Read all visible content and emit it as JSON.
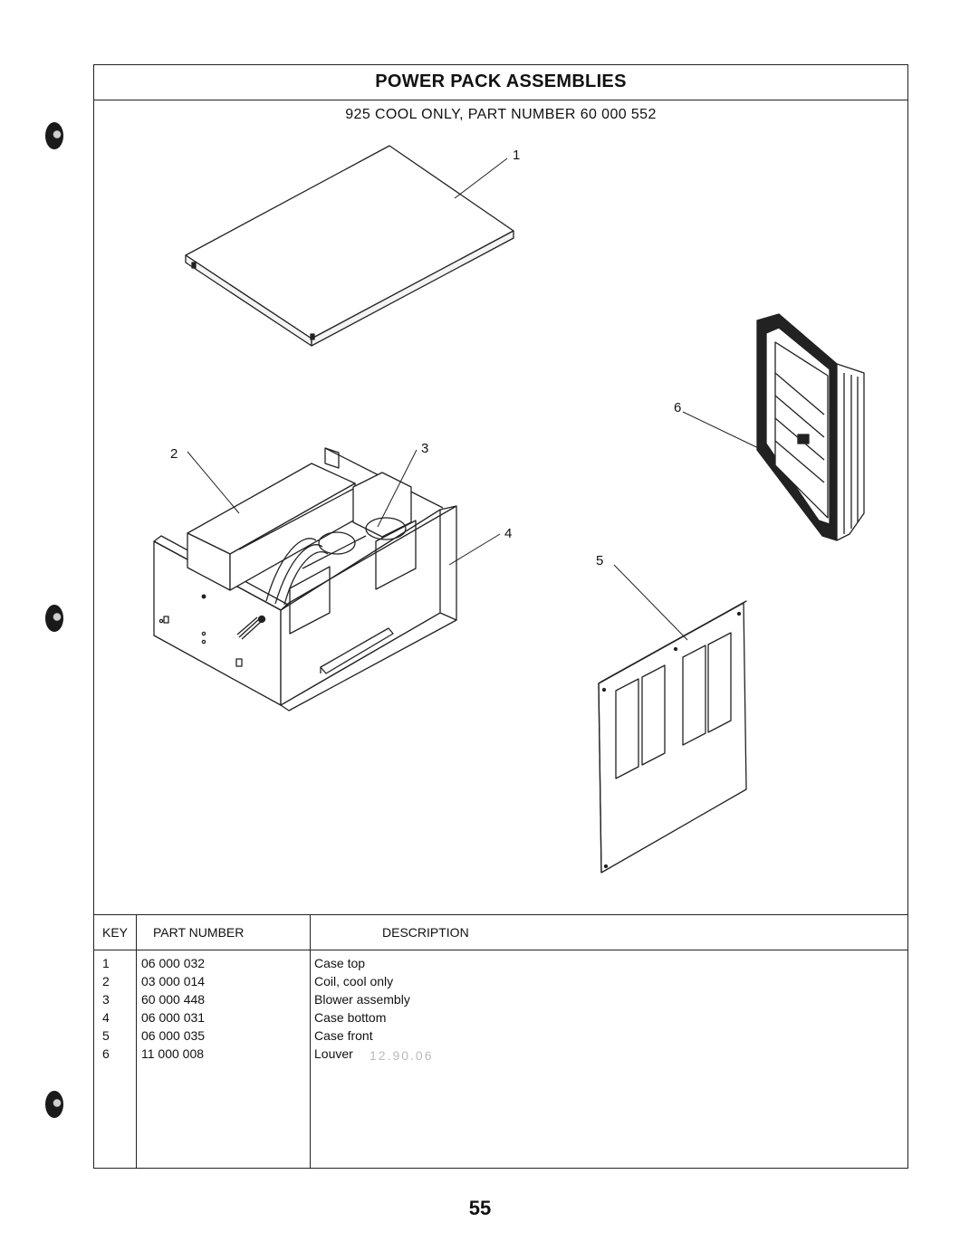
{
  "title": "POWER PACK ASSEMBLIES",
  "subtitle": "925 COOL ONLY, PART NUMBER 60 000 552",
  "callouts": [
    "1",
    "2",
    "3",
    "4",
    "5",
    "6"
  ],
  "table": {
    "headers": {
      "key": "KEY",
      "part_number": "PART NUMBER",
      "description": "DESCRIPTION"
    },
    "rows": [
      {
        "key": "1",
        "part_number": "06 000 032",
        "description": "Case top"
      },
      {
        "key": "2",
        "part_number": "03 000 014",
        "description": "Coil, cool only"
      },
      {
        "key": "3",
        "part_number": "60 000 448",
        "description": "Blower assembly"
      },
      {
        "key": "4",
        "part_number": "06 000 031",
        "description": "Case bottom"
      },
      {
        "key": "5",
        "part_number": "06 000 035",
        "description": "Case front"
      },
      {
        "key": "6",
        "part_number": "11 000 008",
        "description": "Louver"
      }
    ]
  },
  "handwritten_note": "12.90.06",
  "page_number": "55"
}
